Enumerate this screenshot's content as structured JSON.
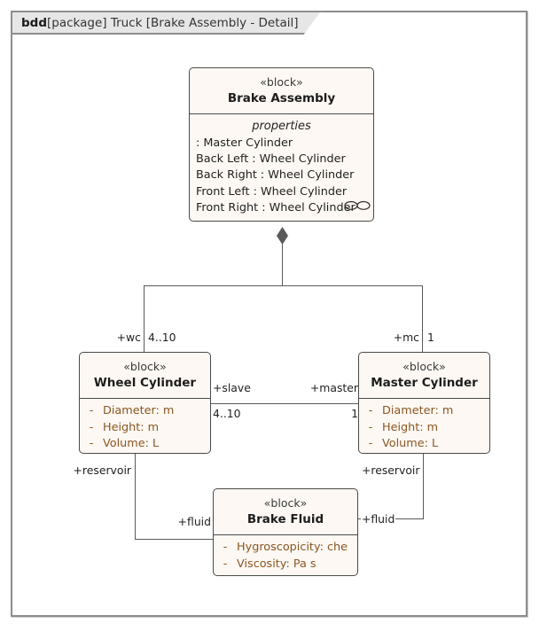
{
  "frame": {
    "kind": "bdd",
    "rest": "[package] Truck [Brake Assembly - Detail]"
  },
  "blocks": {
    "brake_assembly": {
      "stereotype": "«block»",
      "name": "Brake Assembly",
      "compartment_title": "properties",
      "properties": [
        ": Master Cylinder",
        "Back Left : Wheel Cylinder",
        "Back Right : Wheel Cylinder",
        "Front Left : Wheel Cylinder",
        "Front Right : Wheel Cylinder"
      ],
      "icon": "two-linked-ellipses-icon"
    },
    "wheel_cylinder": {
      "stereotype": "«block»",
      "name": "Wheel Cylinder",
      "attributes": [
        {
          "visibility": "-",
          "text": "Diameter: m"
        },
        {
          "visibility": "-",
          "text": "Height: m"
        },
        {
          "visibility": "-",
          "text": "Volume: L"
        }
      ]
    },
    "master_cylinder": {
      "stereotype": "«block»",
      "name": "Master Cylinder",
      "attributes": [
        {
          "visibility": "-",
          "text": "Diameter: m"
        },
        {
          "visibility": "-",
          "text": "Height: m"
        },
        {
          "visibility": "-",
          "text": "Volume: L"
        }
      ]
    },
    "brake_fluid": {
      "stereotype": "«block»",
      "name": "Brake Fluid",
      "attributes": [
        {
          "visibility": "-",
          "text": "Hygroscopicity: che"
        },
        {
          "visibility": "-",
          "text": "Viscosity: Pa s"
        }
      ]
    }
  },
  "edge_labels": {
    "wc_role": "+wc",
    "wc_mult": "4..10",
    "mc_role": "+mc",
    "mc_mult": "1",
    "slave_role": "+slave",
    "slave_mult": "4..10",
    "master_role": "+master",
    "master_mult": "1",
    "left_reservoir": "+reservoir",
    "left_fluid": "+fluid",
    "right_reservoir": "+reservoir",
    "right_fluid": "+fluid"
  },
  "colors": {
    "block_fill": "#fdf8f3",
    "block_border": "#4a4a4a",
    "attribute_text": "#8a5622",
    "connector": "#5a5a5a",
    "frame_border": "#8d8d8d",
    "tab_fill": "#e6e6e6"
  }
}
